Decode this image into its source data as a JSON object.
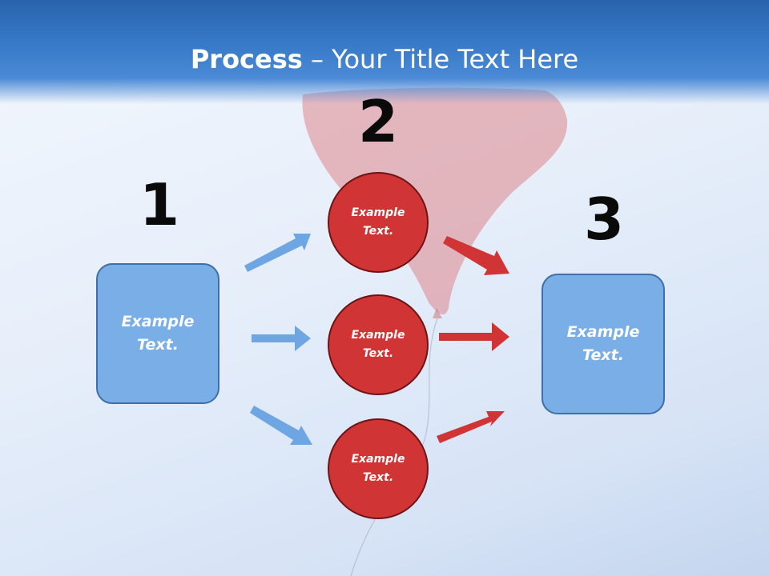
{
  "title": {
    "bold": "Process",
    "rest": " – Your Title Text Here"
  },
  "steps": [
    {
      "number": "1",
      "text": "Example Text."
    },
    {
      "number": "2",
      "texts": [
        "Example Text.",
        "Example Text.",
        "Example Text."
      ]
    },
    {
      "number": "3",
      "text": "Example Text."
    }
  ],
  "colors": {
    "header_blue": "#3476c4",
    "box_blue": "#7aaee6",
    "box_border": "#3f6fa6",
    "circle_red": "#d03434",
    "circle_border": "#6e1414",
    "arrow_blue": "#6ea6e4",
    "arrow_red": "#d03434"
  },
  "icons": {
    "background": "balloon-icon",
    "connectors": "arrow-icon"
  }
}
